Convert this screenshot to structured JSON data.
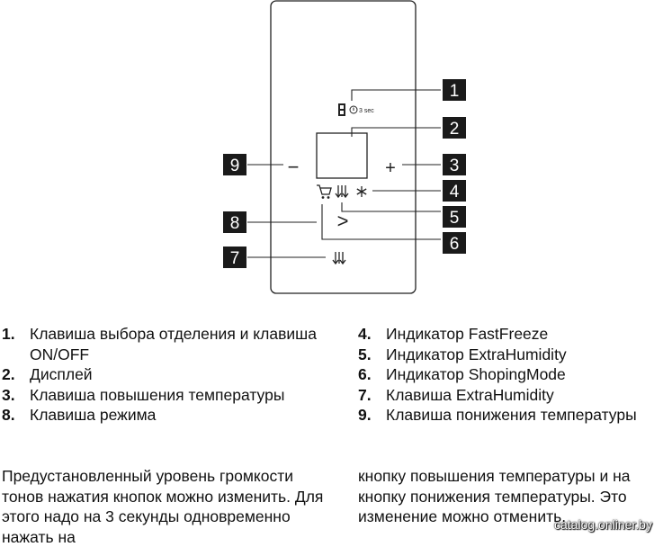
{
  "panel": {
    "plus_symbol": "+",
    "minus_symbol": "−",
    "chevron_symbol": ">",
    "timer_label": "3 sec"
  },
  "callouts": [
    "1",
    "2",
    "3",
    "4",
    "5",
    "6",
    "7",
    "8",
    "9"
  ],
  "legend": {
    "left": [
      {
        "num": "1.",
        "text": "Клавиша выбора отделения и клавиша ON/OFF"
      },
      {
        "num": "2.",
        "text": "Дисплей"
      },
      {
        "num": "3.",
        "text": "Клавиша повышения температуры"
      },
      {
        "num": "8.",
        "text": "Клавиша режима"
      }
    ],
    "right": [
      {
        "num": "4.",
        "text": "Индикатор FastFreeze"
      },
      {
        "num": "5.",
        "text": "Индикатор ExtraHumidity"
      },
      {
        "num": "6.",
        "text": "Индикатор ShopingMode"
      },
      {
        "num": "7.",
        "text": "Клавиша ExtraHumidity"
      },
      {
        "num": "9.",
        "text": "Клавиша понижения температуры"
      }
    ]
  },
  "paragraph": {
    "left": "Предустановленный уровень громкости тонов нажатия кнопок можно изменить. Для этого надо на 3 секунды одновременно нажать на",
    "right": "кнопку повышения температуры и на кнопку понижения температуры. Это изменение можно отменить."
  },
  "watermark": "catalog.onliner.by",
  "colors": {
    "callout_bg": "#1a1a1a",
    "line": "#222222",
    "text": "#111111"
  }
}
